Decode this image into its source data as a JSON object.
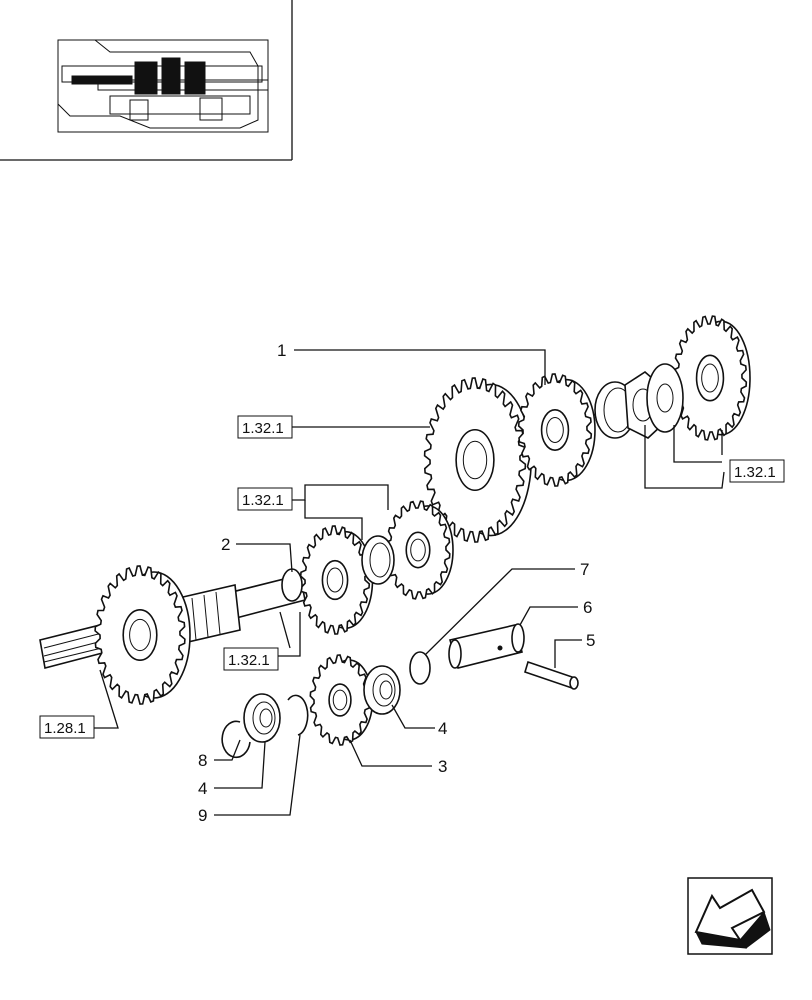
{
  "references": {
    "ref_top_left": "1.32.1",
    "ref_top_right": "1.32.1",
    "ref_mid_left": "1.32.1",
    "ref_mid_bottom": "1.32.1",
    "ref_shaft": "1.28.1"
  },
  "callouts": {
    "c1": "1",
    "c2": "2",
    "c3": "3",
    "c4a": "4",
    "c4b": "4",
    "c5": "5",
    "c6": "6",
    "c7": "7",
    "c8": "8",
    "c9": "9"
  },
  "icons": {
    "locator": "transmission-locator-icon",
    "navigate": "navigate-back-arrow-icon"
  }
}
